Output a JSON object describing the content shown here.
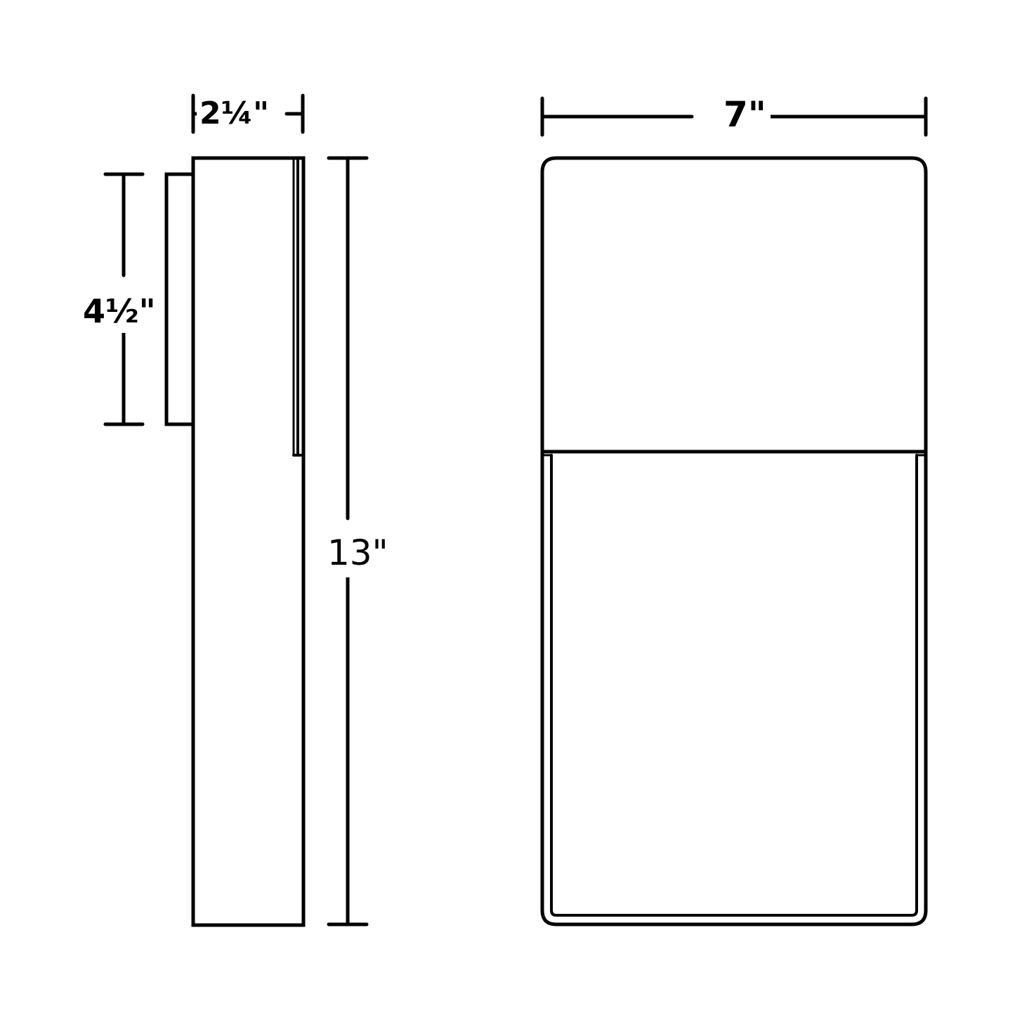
{
  "drawing": {
    "title": "Wall sconce dimension drawing",
    "line_color": "#000000",
    "background": "#ffffff",
    "views": {
      "side_view": {
        "width_label": "2¼\"",
        "mounting_plate_height_label": "4½\"",
        "overall_height_label": "13\""
      },
      "front_view": {
        "width_label": "7\""
      }
    }
  }
}
